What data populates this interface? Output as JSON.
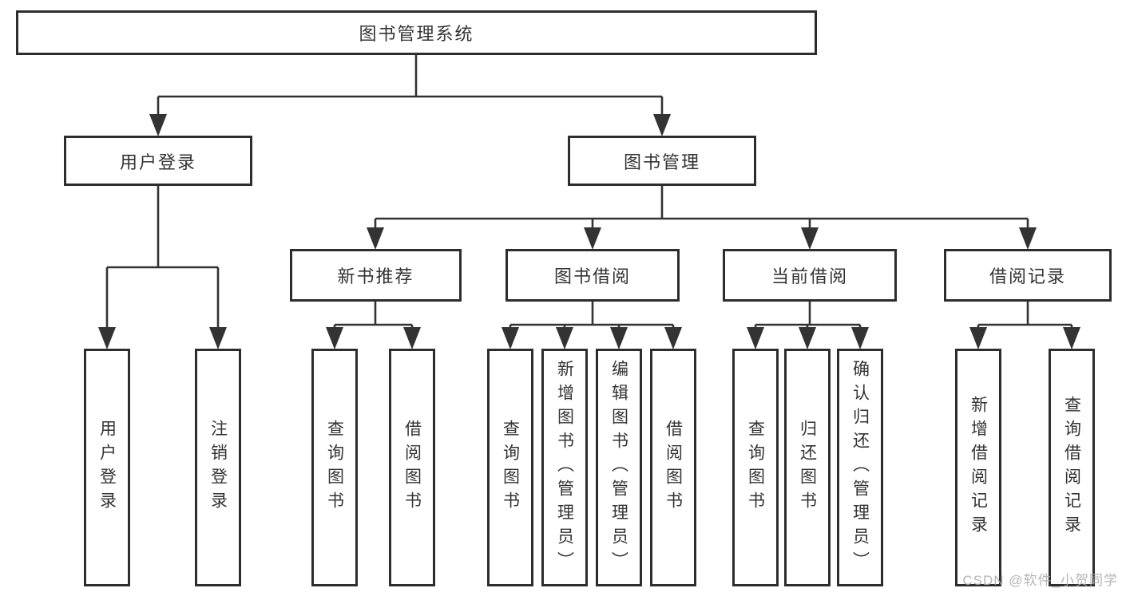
{
  "diagram": {
    "title": "图书管理系统",
    "kind": "功能结构图 / hierarchical function tree"
  },
  "nodes": {
    "root": {
      "id": "root",
      "label": "图书管理系统"
    },
    "level2": [
      {
        "id": "user-login",
        "label": "用户登录",
        "parent": "root"
      },
      {
        "id": "book-management",
        "label": "图书管理",
        "parent": "root"
      }
    ],
    "level3": [
      {
        "id": "new-book-recommend",
        "label": "新书推荐",
        "parent": "book-management"
      },
      {
        "id": "book-borrow",
        "label": "图书借阅",
        "parent": "book-management"
      },
      {
        "id": "current-borrow",
        "label": "当前借阅",
        "parent": "book-management"
      },
      {
        "id": "borrow-records",
        "label": "借阅记录",
        "parent": "book-management"
      }
    ],
    "leaves": [
      {
        "id": "leaf-user-login",
        "label": "用户登录",
        "parent": "user-login"
      },
      {
        "id": "leaf-logout-login",
        "label": "注销登录",
        "parent": "user-login"
      },
      {
        "id": "leaf-query-book-recommend",
        "label": "查询图书",
        "parent": "new-book-recommend"
      },
      {
        "id": "leaf-borrow-book-recommend",
        "label": "借阅图书",
        "parent": "new-book-recommend"
      },
      {
        "id": "leaf-query-book-borrow",
        "label": "查询图书",
        "parent": "book-borrow"
      },
      {
        "id": "leaf-add-book-admin",
        "label": "新增图书（管理员）",
        "parent": "book-borrow"
      },
      {
        "id": "leaf-edit-book-admin",
        "label": "编辑图书（管理员）",
        "parent": "book-borrow"
      },
      {
        "id": "leaf-borrow-book-borrow",
        "label": "借阅图书",
        "parent": "book-borrow"
      },
      {
        "id": "leaf-query-book-current",
        "label": "查询图书",
        "parent": "current-borrow"
      },
      {
        "id": "leaf-return-book",
        "label": "归还图书",
        "parent": "current-borrow"
      },
      {
        "id": "leaf-confirm-return-admin",
        "label": "确认归还（管理员）",
        "parent": "current-borrow"
      },
      {
        "id": "leaf-add-borrow-record",
        "label": "新增借阅记录",
        "parent": "borrow-records"
      },
      {
        "id": "leaf-query-borrow-record",
        "label": "查询借阅记录",
        "parent": "borrow-records"
      }
    ]
  },
  "watermark": {
    "text": "CSDN @软件_小贺同学"
  },
  "colors": {
    "line": "#333333",
    "box_border": "#2d2d2d",
    "box_background": "#ffffff",
    "text": "#333333",
    "watermark": "#aeaeae",
    "page_background": "#ffffff"
  }
}
